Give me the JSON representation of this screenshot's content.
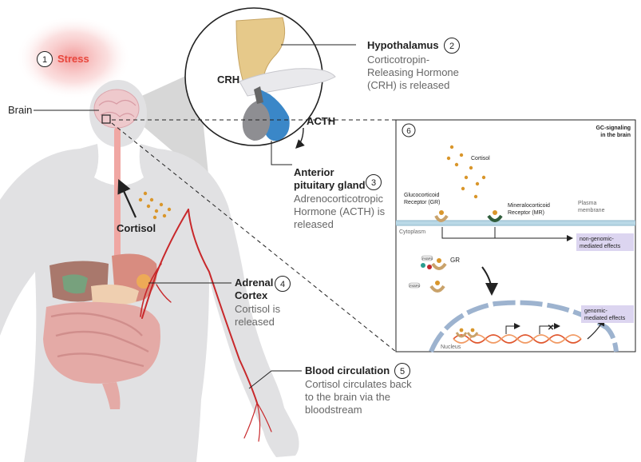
{
  "steps": {
    "stress": {
      "num": "1",
      "title": "Stress"
    },
    "hypothalamus": {
      "num": "2",
      "title": "Hypothalamus",
      "lines": [
        "Corticotropin-",
        "Releasing Hormone",
        "(CRH) is released"
      ]
    },
    "pituitary": {
      "num": "3",
      "title_lines": [
        "Anterior",
        "pituitary gland"
      ],
      "lines": [
        "Adrenocorticotropic",
        "Hormone (ACTH) is",
        "released"
      ]
    },
    "adrenal": {
      "num": "4",
      "title_lines": [
        "Adrenal",
        "Cortex"
      ],
      "lines": [
        "Cortisol is",
        "released"
      ]
    },
    "blood": {
      "num": "5",
      "title": "Blood circulation",
      "lines": [
        "Cortisol circulates back",
        "to the brain via the",
        "bloodstream"
      ]
    }
  },
  "labels": {
    "brain": "Brain",
    "crh": "CRH",
    "acth": "ACTH",
    "cortisol": "Cortisol"
  },
  "inset": {
    "num": "6",
    "title_lines": [
      "GC-signaling",
      "in the brain"
    ],
    "cortisol": "Cortisol",
    "gr_lines": [
      "Glucocorticoid",
      "Receptor (GR)"
    ],
    "mr_lines": [
      "Mineralocorticoid",
      "Receptor (MR)"
    ],
    "membrane_lines": [
      "Plasma",
      "membrane"
    ],
    "cytoplasm": "Cytoplasm",
    "non_genomic_lines": [
      "non-genomic-",
      "mediated effects"
    ],
    "gr": "GR",
    "fkbp": "FKBP5",
    "genomic_lines": [
      "genomic-",
      "mediated effects"
    ],
    "nucleus": "Nucleus"
  },
  "colors": {
    "accent_red": "#e8463c",
    "dark_text": "#222222",
    "gray_text": "#666666",
    "vessel": "#c8282b",
    "cortisol_dot": "#d9962b",
    "pituitary_blue": "#3a87c8",
    "hypothalamus_tan": "#e6c98a",
    "effect_box": "#dcd5f0"
  }
}
